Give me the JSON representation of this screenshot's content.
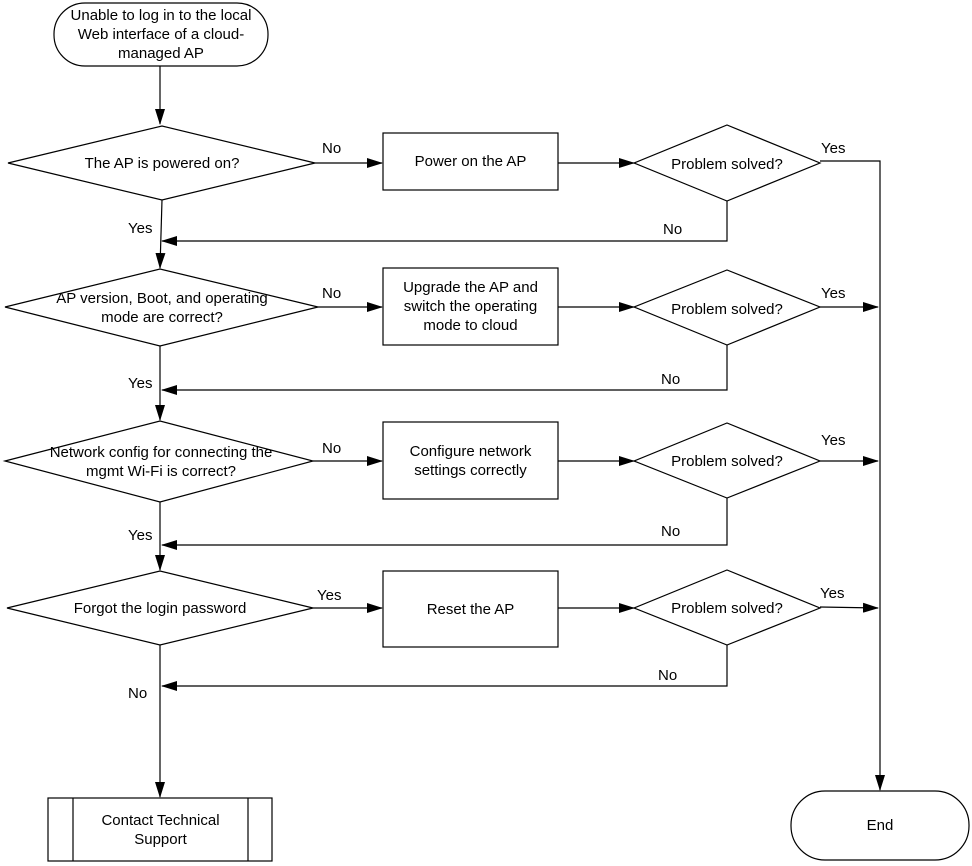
{
  "start": {
    "text": "Unable to log in to the local\nWeb interface of a cloud-\nmanaged AP"
  },
  "end": {
    "text": "End"
  },
  "support": {
    "text": "Contact Technical\nSupport"
  },
  "decisions": [
    {
      "text": "The AP is powered on?",
      "branch_label": "No",
      "down_label": "Yes"
    },
    {
      "text": "AP version, Boot, and operating\nmode are correct?",
      "branch_label": "No",
      "down_label": "Yes"
    },
    {
      "text": "Network config for connecting the\nmgmt Wi-Fi is correct?",
      "branch_label": "No",
      "down_label": "Yes"
    },
    {
      "text": "Forgot the login password",
      "branch_label": "Yes",
      "down_label": "No"
    }
  ],
  "actions": [
    {
      "text": "Power on the AP"
    },
    {
      "text": "Upgrade the AP and\nswitch the operating\nmode to cloud"
    },
    {
      "text": "Configure network\nsettings correctly"
    },
    {
      "text": "Reset the AP"
    }
  ],
  "checks": [
    {
      "text": "Problem solved?",
      "yes_label": "Yes",
      "no_label": "No"
    },
    {
      "text": "Problem solved?",
      "yes_label": "Yes",
      "no_label": "No"
    },
    {
      "text": "Problem solved?",
      "yes_label": "Yes",
      "no_label": "No"
    },
    {
      "text": "Problem solved?",
      "yes_label": "Yes",
      "no_label": "No"
    }
  ]
}
